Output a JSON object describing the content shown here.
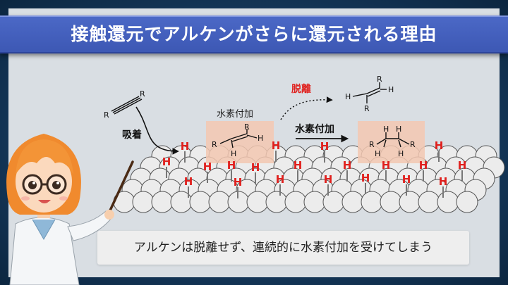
{
  "title": "接触還元でアルケンがさらに還元される理由",
  "labels": {
    "adsorption": "吸着",
    "desorption": "脱離",
    "hydrogenation_small": "水素付加",
    "hydrogenation_bold": "水素付加"
  },
  "atoms": {
    "R": "R",
    "H": "H"
  },
  "caption": "アルケンは脱離せず、連続的に水素付加を受けてしまう",
  "colors": {
    "title_bar": "#4360bd",
    "hydrogen": "#e0201d",
    "desorption_label": "#e0201d",
    "highlight_box": "#f3c8b2",
    "metal_atom": "#ececec"
  }
}
